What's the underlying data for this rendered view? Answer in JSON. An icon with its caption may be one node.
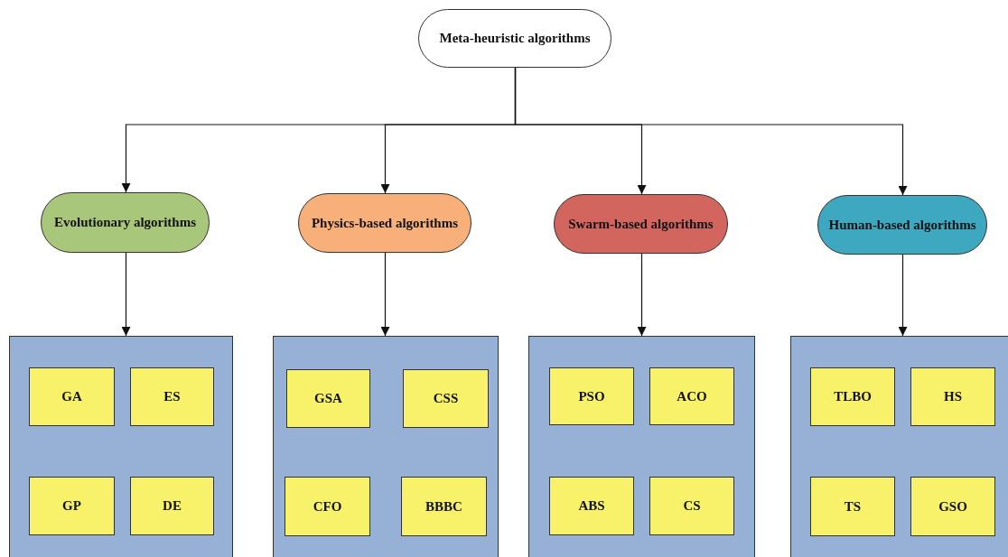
{
  "diagram": {
    "nodes": [
      {
        "text": [
          "Meta-heuristic algorithms"
        ]
      },
      {
        "text": [
          "Evolutionary algorithms"
        ]
      },
      {
        "text": [
          "Physics-based algorithms"
        ]
      },
      {
        "text": [
          "Swarm-based algorithms"
        ]
      },
      {
        "text": [
          "Human-based algorithms"
        ]
      },
      {
        "text": [],
        "shape": "box"
      },
      {
        "text": [
          "GA"
        ],
        "in": 5
      },
      {
        "text": [
          "ES"
        ],
        "in": 5
      },
      {
        "text": [
          "GP"
        ],
        "in": 5
      },
      {
        "text": [
          "DE"
        ],
        "in": 5
      },
      {
        "text": [],
        "shape": "box"
      },
      {
        "text": [
          "GSA"
        ],
        "in": 10
      },
      {
        "text": [
          "CSS"
        ],
        "in": 10
      },
      {
        "text": [
          "CFO"
        ],
        "in": 10
      },
      {
        "text": [
          "BBBC"
        ],
        "in": 10
      },
      {
        "text": [],
        "shape": "box"
      },
      {
        "text": [
          "PSO"
        ],
        "in": 15
      },
      {
        "text": [
          "ACO"
        ],
        "in": 15
      },
      {
        "text": [
          "ABS"
        ],
        "in": 15
      },
      {
        "text": [
          "CS"
        ],
        "in": 15
      },
      {
        "text": [],
        "shape": "box"
      },
      {
        "text": [
          "TLBO"
        ],
        "in": 20
      },
      {
        "text": [
          "HS"
        ],
        "in": 20
      },
      {
        "text": [
          "TS"
        ],
        "in": 20
      },
      {
        "text": [
          "GSO"
        ],
        "in": 20
      }
    ],
    "edges": [
      {
        "from": 0,
        "to": 1,
        "arrow": "to"
      },
      {
        "from": 0,
        "to": 2,
        "arrow": "to"
      },
      {
        "from": 0,
        "to": 3,
        "arrow": "to"
      },
      {
        "from": 0,
        "to": 4,
        "arrow": "to"
      },
      {
        "from": 1,
        "to": 5,
        "arrow": "to"
      },
      {
        "from": 2,
        "to": 10,
        "arrow": "to"
      },
      {
        "from": 3,
        "to": 15,
        "arrow": "to"
      },
      {
        "from": 4,
        "to": 20,
        "arrow": "to"
      }
    ]
  }
}
